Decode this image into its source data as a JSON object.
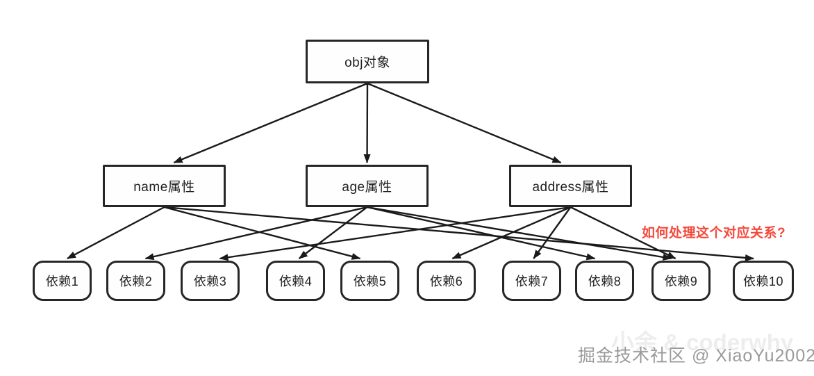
{
  "diagram": {
    "nodes": {
      "obj": {
        "label": "obj对象"
      },
      "name": {
        "label": "name属性"
      },
      "age": {
        "label": "age属性"
      },
      "address": {
        "label": "address属性"
      },
      "deps": [
        {
          "label": "依赖1"
        },
        {
          "label": "依赖2"
        },
        {
          "label": "依赖3"
        },
        {
          "label": "依赖4"
        },
        {
          "label": "依赖5"
        },
        {
          "label": "依赖6"
        },
        {
          "label": "依赖7"
        },
        {
          "label": "依赖8"
        },
        {
          "label": "依赖9"
        },
        {
          "label": "依赖10"
        }
      ]
    },
    "edges": [
      {
        "from": "obj",
        "to": "name"
      },
      {
        "from": "obj",
        "to": "age"
      },
      {
        "from": "obj",
        "to": "address"
      },
      {
        "from": "name",
        "to": "dep1"
      },
      {
        "from": "name",
        "to": "dep5"
      },
      {
        "from": "name",
        "to": "dep10"
      },
      {
        "from": "age",
        "to": "dep2"
      },
      {
        "from": "age",
        "to": "dep4"
      },
      {
        "from": "age",
        "to": "dep8"
      },
      {
        "from": "age",
        "to": "dep9"
      },
      {
        "from": "address",
        "to": "dep3"
      },
      {
        "from": "address",
        "to": "dep6"
      },
      {
        "from": "address",
        "to": "dep7"
      },
      {
        "from": "address",
        "to": "dep9"
      }
    ],
    "annotation": {
      "text": "如何处理这个对应关系?",
      "color": "#f4493b"
    },
    "colors": {
      "line": "#1a1a1a",
      "box_border": "#262626",
      "box_fill": "#fefefe"
    }
  },
  "watermark": {
    "text": "掘金技术社区 @ XiaoYu2002",
    "ghost_text": "小余 & coderwhy"
  }
}
